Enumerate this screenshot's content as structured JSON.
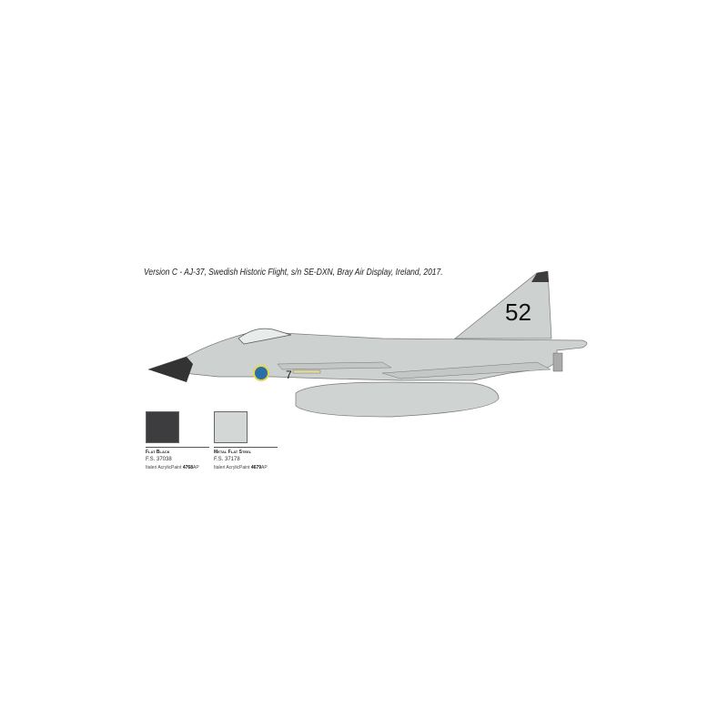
{
  "caption": "Version C - AJ-37, Swedish Historic Flight, s/n SE-DXN, Bray Air Display, Ireland, 2017.",
  "aircraft": {
    "tail_number": "52",
    "side_number": "7",
    "registration": "SE-DXN"
  },
  "swatches": [
    {
      "name": "Flat Black",
      "fs": "F.S. 37038",
      "brand": "Italeri AcrylicPaint",
      "code": "4768",
      "suffix": "AP",
      "color": "#3d3d3f"
    },
    {
      "name": "Metal Flat Steel",
      "fs": "F.S. 37178",
      "brand": "Italeri AcrylicPaint",
      "code": "4679",
      "suffix": "AP",
      "color": "#d3d7d6"
    }
  ]
}
